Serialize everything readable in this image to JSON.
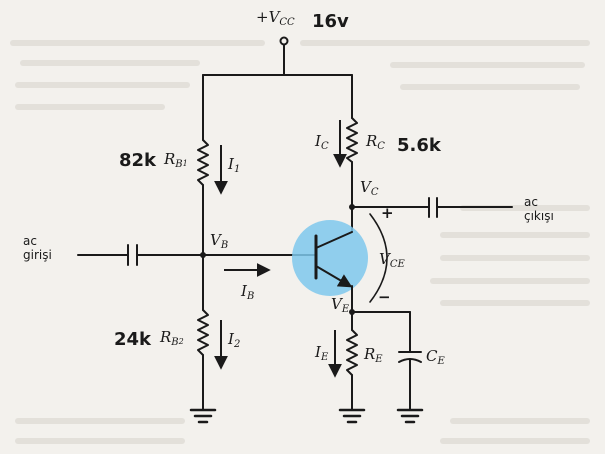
{
  "supply": {
    "label": "+V",
    "sub": "CC",
    "value": "16v"
  },
  "rb1": {
    "value": "82k",
    "name": "R",
    "sub": "B",
    "subsub": "1"
  },
  "rb2": {
    "value": "24k",
    "name": "R",
    "sub": "B",
    "subsub": "2"
  },
  "rc": {
    "name": "R",
    "sub": "C",
    "value": "5.6k"
  },
  "re": {
    "name": "R",
    "sub": "E"
  },
  "ce": {
    "name": "C",
    "sub": "E"
  },
  "currents": {
    "i1": {
      "name": "I",
      "sub": "1"
    },
    "i2": {
      "name": "I",
      "sub": "2"
    },
    "ic": {
      "name": "I",
      "sub": "C"
    },
    "ib": {
      "name": "I",
      "sub": "B"
    },
    "ie": {
      "name": "I",
      "sub": "E"
    }
  },
  "nodes": {
    "vb": {
      "name": "V",
      "sub": "B"
    },
    "vc": {
      "name": "V",
      "sub": "C"
    },
    "ve": {
      "name": "V",
      "sub": "E"
    },
    "vce": {
      "name": "V",
      "sub": "CE"
    }
  },
  "polarity": {
    "plus": "+",
    "minus": "−"
  },
  "input": {
    "line1": "ac",
    "line2": "girişi"
  },
  "output": {
    "line1": "ac",
    "line2": "çıkışı"
  },
  "colors": {
    "wire": "#1a1a1a",
    "transistor_highlight": "#7ec8ec",
    "background": "#f3f1ed"
  }
}
